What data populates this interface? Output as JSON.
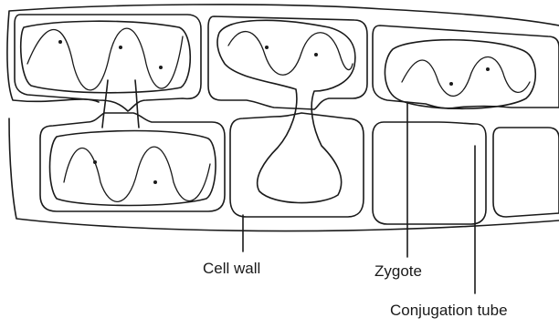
{
  "labels": {
    "cell_wall": "Cell wall",
    "zygote": "Zygote",
    "conjugation_tube": "Conjugation tube"
  }
}
